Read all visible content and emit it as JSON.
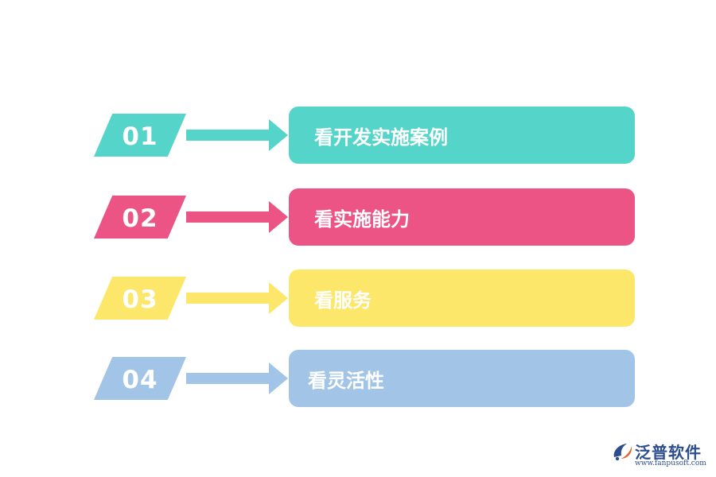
{
  "steps": [
    {
      "number": "01",
      "label": "看开发实施案例",
      "color": "#55d4c9"
    },
    {
      "number": "02",
      "label": "看实施能力",
      "color": "#ec5486"
    },
    {
      "number": "03",
      "label": "看服务",
      "color": "#fde76a"
    },
    {
      "number": "04",
      "label": "看灵活性",
      "color": "#a1c4e7"
    }
  ],
  "logo": {
    "name": "泛普软件",
    "url": "www.fanpusoft.com",
    "icon": "fanpu-logo-icon"
  }
}
